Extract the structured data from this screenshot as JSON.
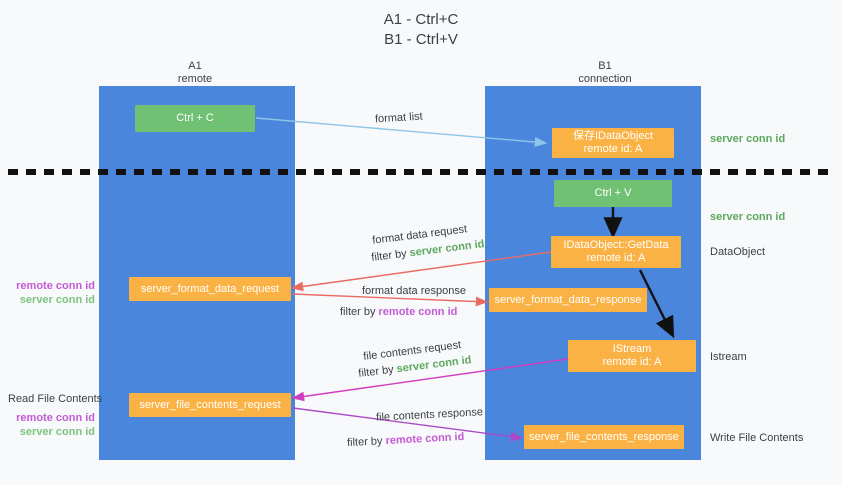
{
  "title": {
    "line1": "A1 - Ctrl+C",
    "line2": "B1 - Ctrl+V"
  },
  "colors": {
    "lane": "#4a86db",
    "green_box": "#71c174",
    "orange_box": "#fbb245",
    "server_conn_id": "#5ba85e",
    "remote_conn_id": "#c45bd6",
    "arrow_light_blue": "#8ec4e8",
    "arrow_red": "#ea6a64",
    "arrow_magenta": "#d13fc0",
    "arrow_purple": "#a94bc9",
    "arrow_black": "#111111",
    "background": "#f8f9fa"
  },
  "columns": [
    {
      "name": "A1",
      "sub": "remote"
    },
    {
      "name": "B1",
      "sub": "connection"
    }
  ],
  "boxes": {
    "ctrl_c": {
      "line1": "Ctrl + C"
    },
    "idataobject": {
      "line1": "保存IDataObject",
      "line2": "remote id: A"
    },
    "ctrl_v": {
      "line1": "Ctrl + V"
    },
    "getdata": {
      "line1": "IDataObject::GetData",
      "line2": "remote id: A"
    },
    "server_format_data_request": {
      "line1": "server_format_data_request"
    },
    "server_format_data_response": {
      "line1": "server_format_data_response"
    },
    "istream": {
      "line1": "IStream",
      "line2": "remote id: A"
    },
    "server_file_contents_request": {
      "line1": "server_file_contents_request"
    },
    "server_file_contents_response": {
      "line1": "server_file_contents_response"
    }
  },
  "right_labels": {
    "server_conn_id_1": "server conn id",
    "server_conn_id_2": "server conn id",
    "dataobject": "DataObject",
    "istream": "Istream",
    "write_file_contents": "Write File Contents"
  },
  "left_labels": {
    "pair1_remote": "remote conn id",
    "pair1_server": "server conn id",
    "read_file_contents": "Read File Contents",
    "pair2_remote": "remote conn id",
    "pair2_server": "server conn id"
  },
  "arrow_labels": {
    "format_list": "format list",
    "format_data_request": "format data request",
    "format_data_request_filter_prefix": "filter by ",
    "format_data_request_filter_value": "server conn id",
    "format_data_response": "format data response",
    "format_data_response_filter_prefix": "filter by ",
    "format_data_response_filter_value": "remote conn id",
    "file_contents_request": "file contents request",
    "file_contents_request_filter_prefix": "filter by ",
    "file_contents_request_filter_value": "server conn id",
    "file_contents_response": "file contents response",
    "file_contents_response_filter_prefix": "filter by ",
    "file_contents_response_filter_value": "remote conn id"
  }
}
